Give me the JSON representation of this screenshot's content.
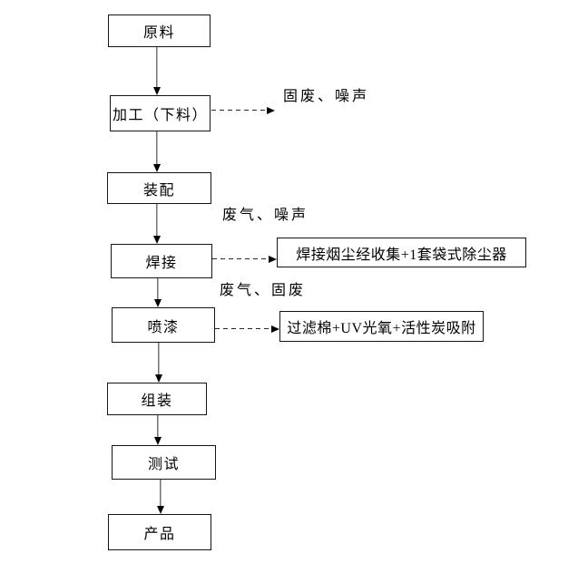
{
  "flowchart": {
    "nodes": [
      {
        "id": "raw-material",
        "label": "原料"
      },
      {
        "id": "processing-cutting",
        "label": "加工（下料）"
      },
      {
        "id": "fitting",
        "label": "装配"
      },
      {
        "id": "welding",
        "label": "焊接"
      },
      {
        "id": "spray-painting",
        "label": "喷漆"
      },
      {
        "id": "assembling",
        "label": "组装"
      },
      {
        "id": "testing",
        "label": "测试"
      },
      {
        "id": "product",
        "label": "产品"
      }
    ],
    "treatments": [
      {
        "id": "welding-dust-treatment",
        "label": "焊接烟尘经收集+1套袋式除尘器"
      },
      {
        "id": "paint-exhaust-treatment",
        "label": "过滤棉+UV光氧+活性炭吸附"
      }
    ],
    "emissions": [
      {
        "id": "processing-emissions",
        "label": "固废、噪声"
      },
      {
        "id": "welding-emissions",
        "label": "废气、噪声"
      },
      {
        "id": "painting-emissions",
        "label": "废气、固废"
      }
    ],
    "colors": {
      "background": "#ffffff",
      "border": "#000000",
      "text": "#000000",
      "line": "#2b2b2b"
    }
  }
}
